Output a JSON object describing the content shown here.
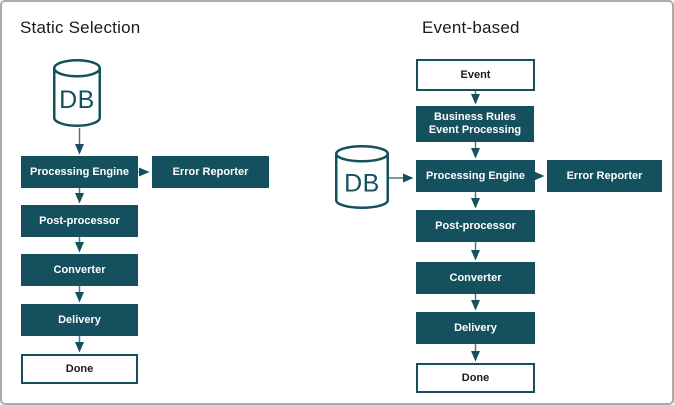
{
  "colors": {
    "teal": "#15505E",
    "arrow": "#4A7A8A",
    "box_text": "#FFFFFF",
    "outline_text": "#1A1A1A",
    "title_text": "#1A1A1A",
    "frame_border": "#ABABAB",
    "background": "#FFFFFF"
  },
  "left_flow": {
    "title": "Static Selection",
    "db_label": "DB",
    "nodes": {
      "processing_engine": "Processing Engine",
      "error_reporter": "Error Reporter",
      "post_processor": "Post-processor",
      "converter": "Converter",
      "delivery": "Delivery",
      "done": "Done"
    }
  },
  "right_flow": {
    "title": "Event-based",
    "db_label": "DB",
    "nodes": {
      "event": "Event",
      "business_rules_line1": "Business Rules",
      "business_rules_line2": "Event Processing",
      "processing_engine": "Processing Engine",
      "error_reporter": "Error Reporter",
      "post_processor": "Post-processor",
      "converter": "Converter",
      "delivery": "Delivery",
      "done": "Done"
    }
  }
}
